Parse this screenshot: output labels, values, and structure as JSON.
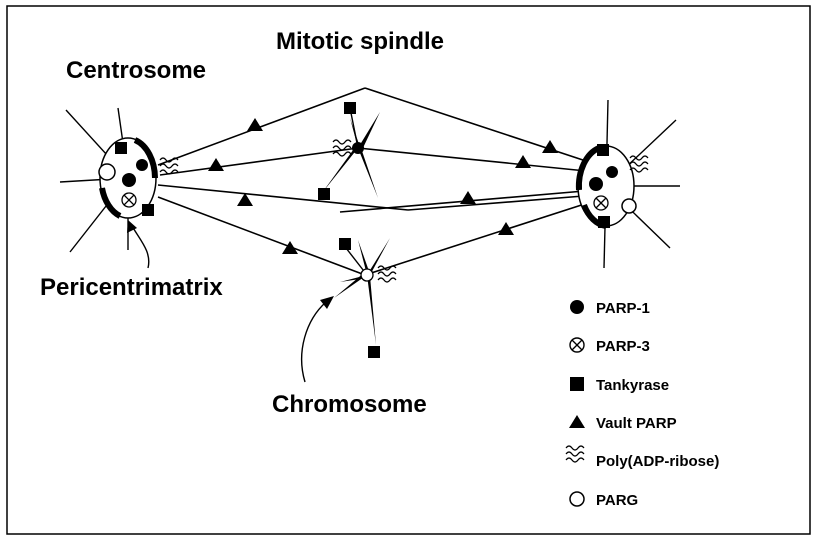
{
  "labels": {
    "mitotic_spindle": "Mitotic spindle",
    "centrosome": "Centrosome",
    "pericentrimatrix": "Pericentrimatrix",
    "chromosome": "Chromosome"
  },
  "legend": [
    {
      "icon": "filled-circle-icon",
      "label": "PARP-1"
    },
    {
      "icon": "circled-x-icon",
      "label": "PARP-3"
    },
    {
      "icon": "filled-square-icon",
      "label": "Tankyrase"
    },
    {
      "icon": "filled-triangle-icon",
      "label": "Vault PARP"
    },
    {
      "icon": "squiggle-icon",
      "label": "Poly(ADP-ribose)"
    },
    {
      "icon": "open-circle-icon",
      "label": "PARG"
    }
  ],
  "colors": {
    "ink": "#000000",
    "paper": "#ffffff"
  }
}
